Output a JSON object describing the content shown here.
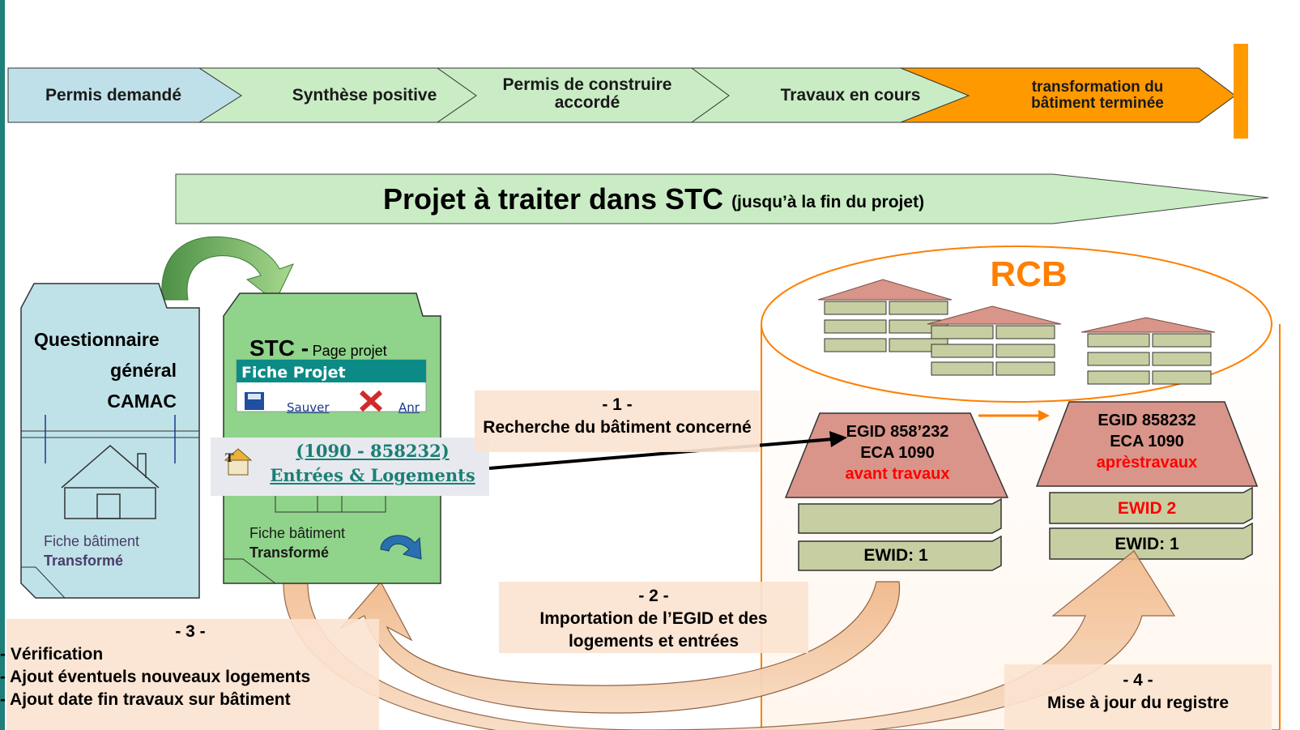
{
  "process_steps": [
    {
      "label": "Permis demandé"
    },
    {
      "label": "Synthèse positive"
    },
    {
      "label": "Permis de construire accordé"
    },
    {
      "label": "Travaux en cours"
    },
    {
      "label": "transformation du bâtiment terminée"
    }
  ],
  "banner": {
    "main": "Projet à traiter dans STC",
    "sub": "(jusqu’à la fin du projet)"
  },
  "camac_folder": {
    "title_line1": "Questionnaire",
    "title_line2": "général",
    "title_line3": "CAMAC",
    "caption_line1": "Fiche bâtiment",
    "caption_line2": "Transformé"
  },
  "stc_folder": {
    "title": "STC -",
    "subtitle": "Page projet",
    "header_bar": "Fiche Projet",
    "save_label": "Sauver",
    "cancel_label": "Anr",
    "link_line1": "(1090 - 858232)",
    "link_line2": "Entrées & Logements",
    "caption_line1": "Fiche bâtiment",
    "caption_line2": "Transformé"
  },
  "rcb": {
    "title": "RCB",
    "before": {
      "egid": "EGID 858’232",
      "eca": "ECA 1090",
      "state": "avant travaux",
      "floor1": "EWID: 1"
    },
    "after": {
      "egid": "EGID 858232",
      "eca": "ECA 1090",
      "state": "aprèstravaux",
      "floor2": "EWID 2",
      "floor1": "EWID: 1"
    }
  },
  "steps": {
    "s1": {
      "num": "- 1 -",
      "text": "Recherche du bâtiment concerné"
    },
    "s2": {
      "num": "- 2 -",
      "line1": "Importation de l’EGID et des",
      "line2": "logements et entrées"
    },
    "s3": {
      "num": "- 3 -",
      "items": [
        "- Vérification",
        "- Ajout éventuels nouveaux logements",
        "- Ajout date fin travaux sur bâtiment"
      ]
    },
    "s4": {
      "num": "- 4 -",
      "text": "Mise à jour du registre"
    }
  },
  "colors": {
    "chevron_blue": "#bfe0e8",
    "chevron_green": "#c9ecc4",
    "chevron_orange": "#ff9900",
    "accent_orange": "#ff7f00",
    "folder_blue": "#bfe2e8",
    "folder_green": "#8fd48a",
    "roof": "#d9958a",
    "floor": "#c7cfa2",
    "stc_teal": "#0c8b86"
  }
}
